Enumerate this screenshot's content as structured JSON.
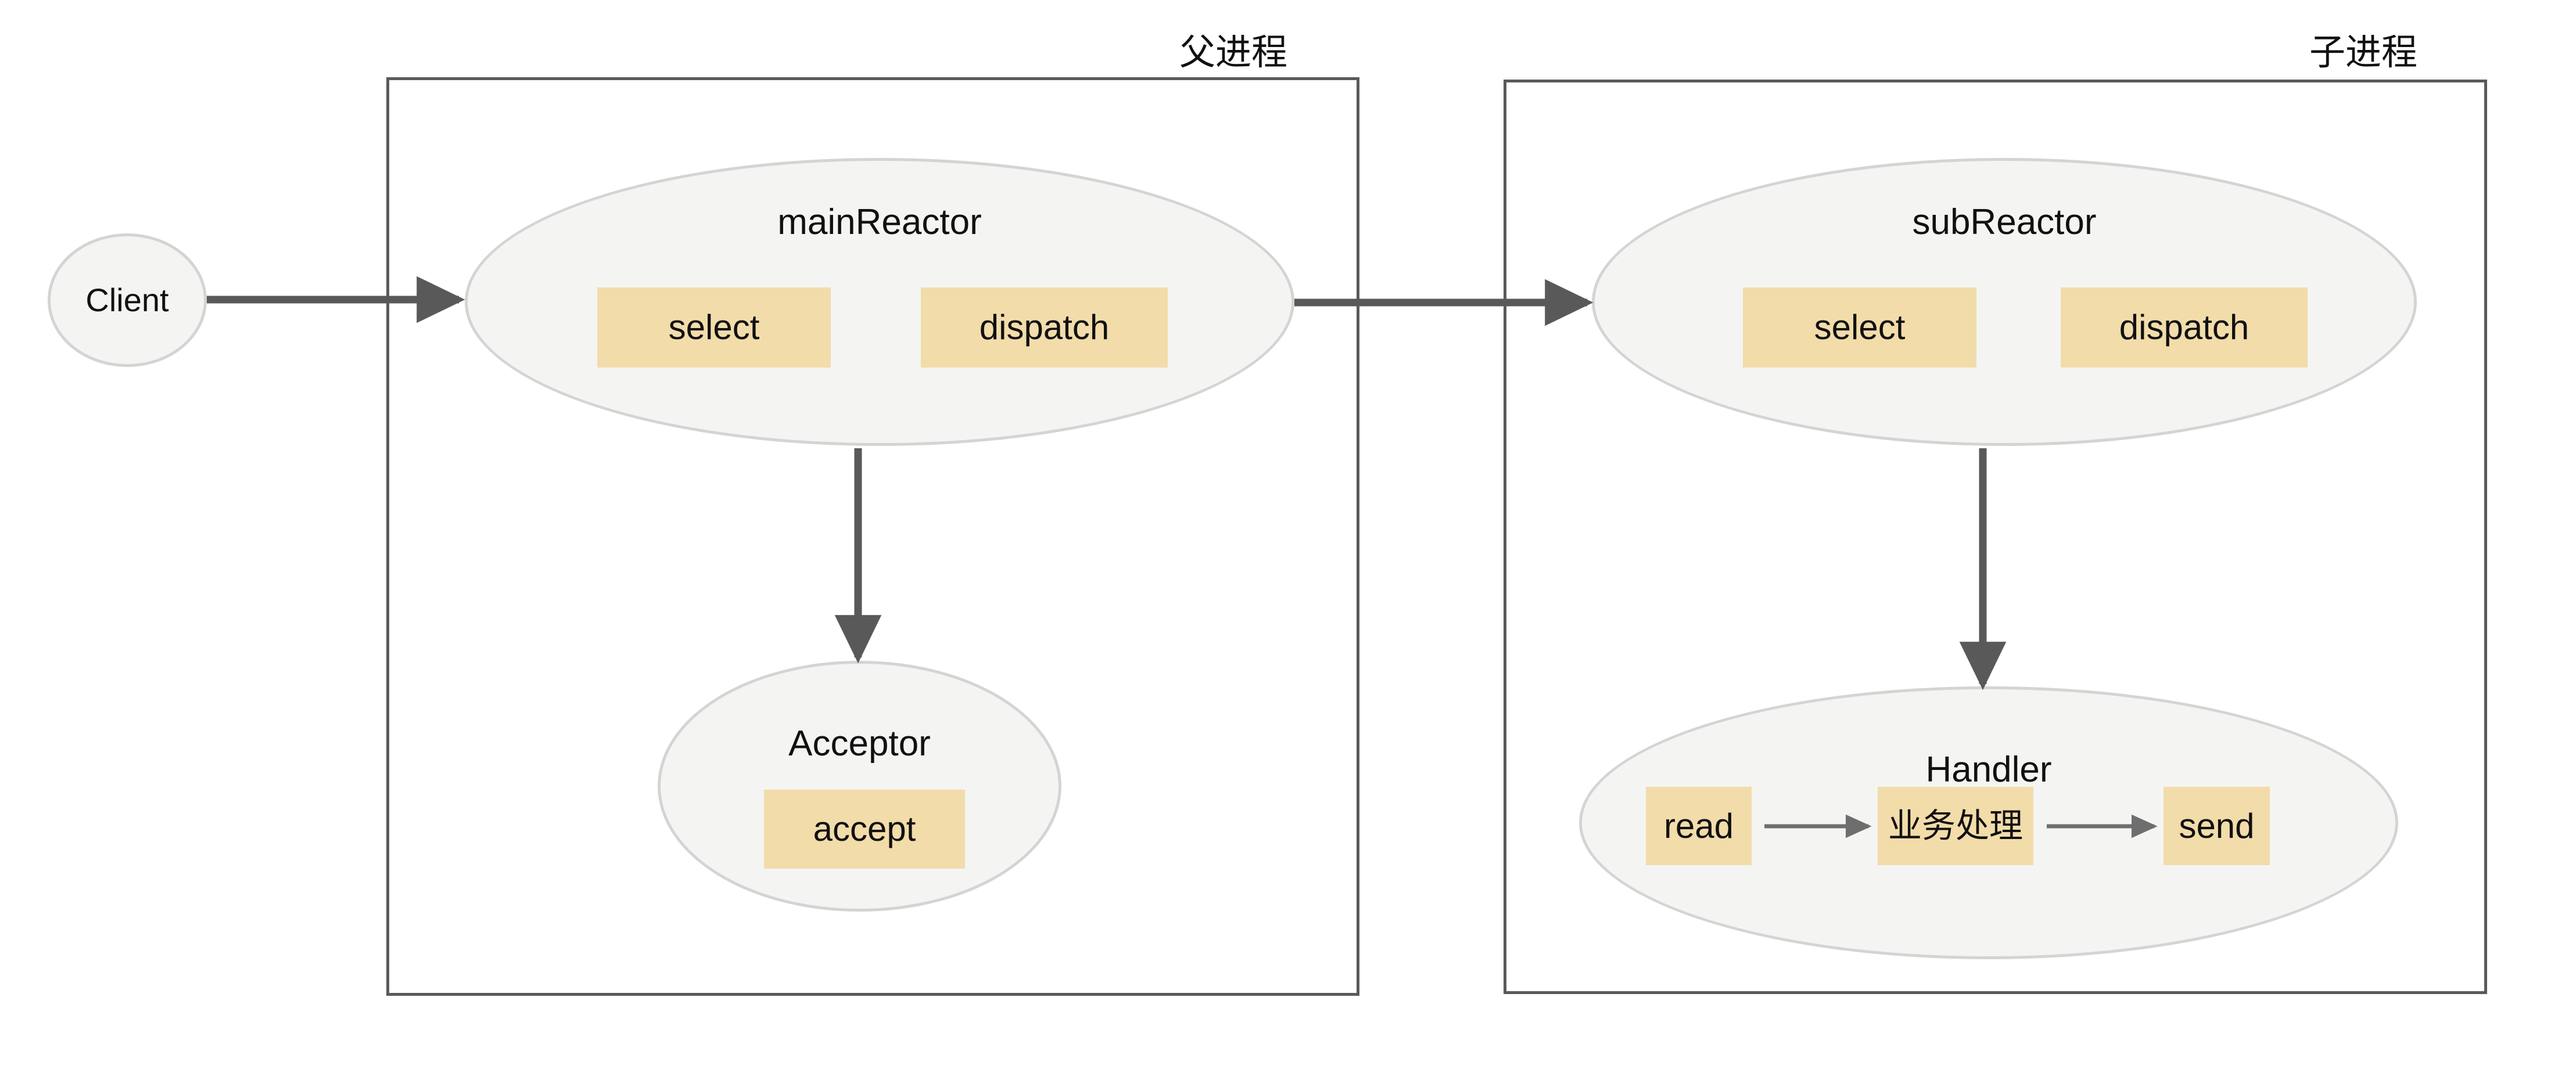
{
  "diagram": {
    "type": "flow-diagram",
    "title": "Reactor multi-process model",
    "background": "#ffffff",
    "colors": {
      "chip_fill": "#F2DCAA",
      "ellipse_fill": "#F4F4F2",
      "ellipse_stroke": "#D4D4D4",
      "container_stroke": "#5A5A5A",
      "arrow": "#595959",
      "text": "#111111"
    }
  },
  "containers": [
    {
      "id": "parent-process",
      "label": "父进程"
    },
    {
      "id": "child-process",
      "label": "子进程"
    }
  ],
  "nodes": {
    "client": {
      "label": "Client"
    },
    "mainReactor": {
      "label": "mainReactor",
      "ops": [
        "select",
        "dispatch"
      ]
    },
    "subReactor": {
      "label": "subReactor",
      "ops": [
        "select",
        "dispatch"
      ]
    },
    "acceptor": {
      "label": "Acceptor",
      "ops": [
        "accept"
      ]
    },
    "handler": {
      "label": "Handler",
      "ops": [
        "read",
        "业务处理",
        "send"
      ]
    }
  },
  "edges": [
    {
      "id": "client-to-mainreactor",
      "from": "Client",
      "to": "mainReactor",
      "direction": "right"
    },
    {
      "id": "mainreactor-to-subreactor",
      "from": "mainReactor",
      "to": "subReactor",
      "direction": "right"
    },
    {
      "id": "mainreactor-to-acceptor",
      "from": "mainReactor",
      "to": "Acceptor",
      "direction": "down"
    },
    {
      "id": "subreactor-to-handler",
      "from": "subReactor",
      "to": "Handler",
      "direction": "down"
    },
    {
      "id": "read-to-process",
      "from": "read",
      "to": "业务处理",
      "direction": "right"
    },
    {
      "id": "process-to-send",
      "from": "业务处理",
      "to": "send",
      "direction": "right"
    }
  ]
}
